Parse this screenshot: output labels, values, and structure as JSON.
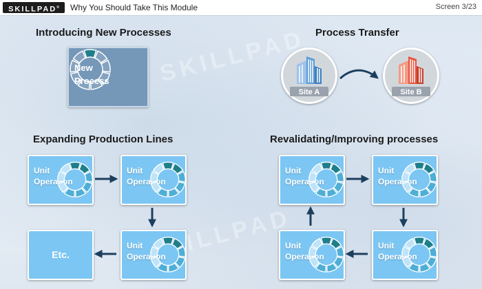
{
  "header": {
    "logo_text": "SKILLPAD",
    "logo_mark": "®",
    "title": "Why You Should Take This Module",
    "screen": "Screen 3/23"
  },
  "sections": {
    "intro": {
      "heading": "Introducing New Processes",
      "box_line1": "New",
      "box_line2": "Process"
    },
    "transfer": {
      "heading": "Process Transfer",
      "site_a": "Site A",
      "site_b": "Site B"
    },
    "expanding": {
      "heading": "Expanding Production Lines",
      "unit_line1": "Unit",
      "unit_line2": "Operation",
      "etc_label": "Etc."
    },
    "revalidating": {
      "heading": "Revalidating/Improving processes",
      "unit_line1": "Unit",
      "unit_line2": "Operation"
    }
  },
  "colors": {
    "unit_box": "#7cc6f3",
    "new_process_box": "#7597b8",
    "ring_active": "#1e7f8a",
    "arrow": "#1d3f5e",
    "site_a_building": "#5b9bd5",
    "site_b_building": "#e8553d"
  },
  "icons": {
    "ring": "segmented-ring-icon",
    "building": "building-icon",
    "arrow": "arrow-icon"
  }
}
